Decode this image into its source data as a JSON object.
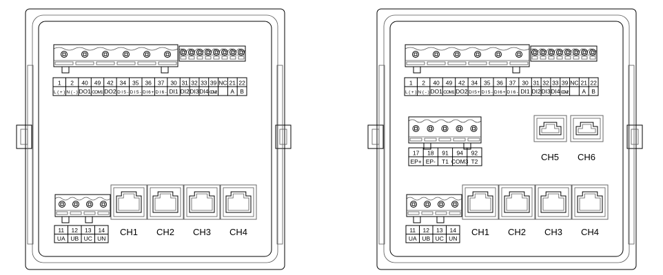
{
  "devices": [
    {
      "id": "left",
      "top_terminals": {
        "numbers": [
          "1",
          "2",
          "40",
          "49",
          "42",
          "34",
          "35",
          "36",
          "37",
          "30",
          "31",
          "32",
          "33",
          "39",
          "NC",
          "21",
          "22"
        ],
        "names": [
          "L(+)",
          "N(-)",
          "DO1",
          "COM1",
          "DO2",
          "DI5-",
          "DI5-",
          "DI6+",
          "DI6-",
          "DI1",
          "DI2",
          "DI3",
          "DI4",
          "COM2",
          "",
          "A",
          "B"
        ]
      },
      "voltage_terminals": {
        "numbers": [
          "11",
          "12",
          "13",
          "14"
        ],
        "names": [
          "UA",
          "UB",
          "UC",
          "UN"
        ]
      },
      "ports": [
        "CH1",
        "CH2",
        "CH3",
        "CH4"
      ]
    },
    {
      "id": "right",
      "top_terminals": {
        "numbers": [
          "1",
          "2",
          "40",
          "49",
          "42",
          "34",
          "35",
          "36",
          "37",
          "30",
          "31",
          "32",
          "33",
          "39",
          "NC",
          "21",
          "22"
        ],
        "names": [
          "L(+)",
          "N(-)",
          "DO1",
          "COM1",
          "DO2",
          "DI5+",
          "DI5-",
          "DI6+",
          "DI6-",
          "DI1",
          "DI2",
          "DI3",
          "DI4",
          "COM2",
          "",
          "A",
          "B"
        ]
      },
      "aux_terminals": {
        "numbers": [
          "17",
          "18",
          "91",
          "94",
          "92"
        ],
        "names": [
          "EP+",
          "EP-",
          "T1",
          "COM3",
          "T2"
        ]
      },
      "upper_ports": [
        "CH5",
        "CH6"
      ],
      "voltage_terminals": {
        "numbers": [
          "11",
          "12",
          "13",
          "14"
        ],
        "names": [
          "UA",
          "UB",
          "UC",
          "UN"
        ]
      },
      "ports": [
        "CH1",
        "CH2",
        "CH3",
        "CH4"
      ]
    }
  ]
}
